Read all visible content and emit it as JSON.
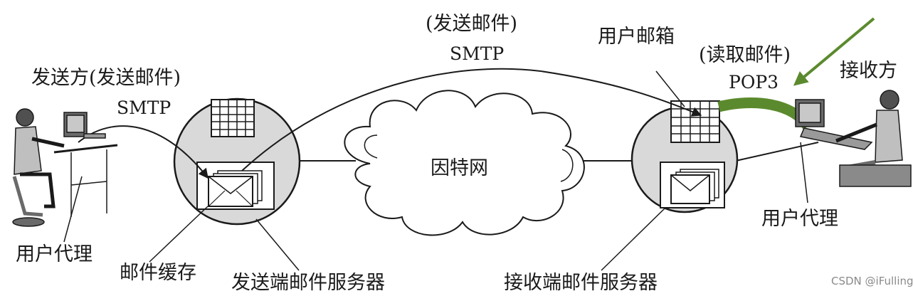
{
  "labels": {
    "sender": "发送方(发送邮件)",
    "sender_protocol": "SMTP",
    "top_action": "(发送邮件)",
    "top_protocol": "SMTP",
    "mailbox": "用户邮箱",
    "read_action": "(读取邮件)",
    "read_protocol": "POP3",
    "receiver": "接收方",
    "internet": "因特网",
    "user_agent_left": "用户代理",
    "mail_cache": "邮件缓存",
    "send_server": "发送端邮件服务器",
    "recv_server": "接收端邮件服务器",
    "user_agent_right": "用户代理"
  },
  "watermark": "CSDN @iFulling",
  "colors": {
    "arrow_green": "#5b8a2e",
    "server_fill": "#d9d9d9",
    "ink": "#1a1a1a"
  }
}
